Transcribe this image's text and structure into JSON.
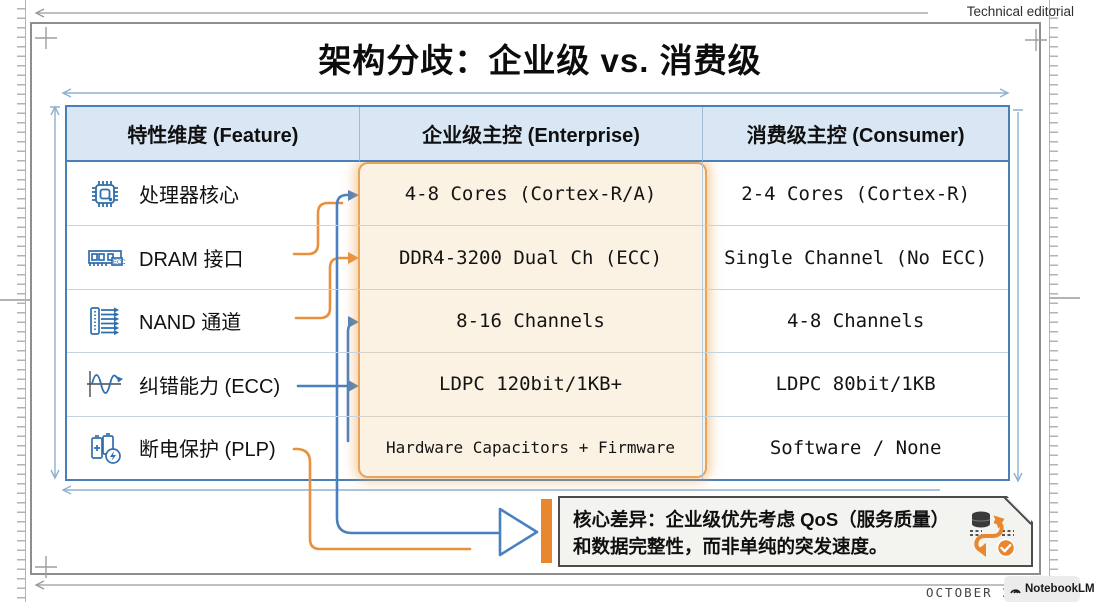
{
  "meta": {
    "editorial_label": "Technical editorial",
    "footer_date": "OCTOBER 2",
    "brand": "NotebookLM"
  },
  "title": "架构分歧：企业级 vs. 消费级",
  "table": {
    "headers": [
      "特性维度 (Feature)",
      "企业级主控 (Enterprise)",
      "消费级主控 (Consumer)"
    ],
    "rows": [
      {
        "icon": "cpu-icon",
        "feature": "处理器核心",
        "enterprise": "4-8 Cores (Cortex-R/A)",
        "consumer": "2-4 Cores (Cortex-R)"
      },
      {
        "icon": "ram-icon",
        "feature": "DRAM 接口",
        "enterprise": "DDR4-3200 Dual Ch (ECC)",
        "consumer": "Single Channel (No ECC)"
      },
      {
        "icon": "nand-icon",
        "feature": "NAND 通道",
        "enterprise": "8-16 Channels",
        "consumer": "4-8 Channels"
      },
      {
        "icon": "wave-icon",
        "feature": "纠错能力 (ECC)",
        "enterprise": "LDPC 120bit/1KB+",
        "consumer": "LDPC 80bit/1KB"
      },
      {
        "icon": "battery-icon",
        "feature": "断电保护 (PLP)",
        "enterprise": "Hardware Capacitors + Firmware",
        "consumer": "Software / None"
      }
    ]
  },
  "callout": {
    "line1": "核心差异：企业级优先考虑 QoS（服务质量）",
    "line2": "和数据完整性，而非单纯的突发速度。"
  },
  "colors": {
    "accent_orange": "#E8913C",
    "accent_blue": "#4A80C0",
    "header_bg": "#D9E7F5",
    "enterprise_fill": "#FCF2E4",
    "enterprise_border": "#E9A45B",
    "callout_bar": "#E8872E"
  }
}
